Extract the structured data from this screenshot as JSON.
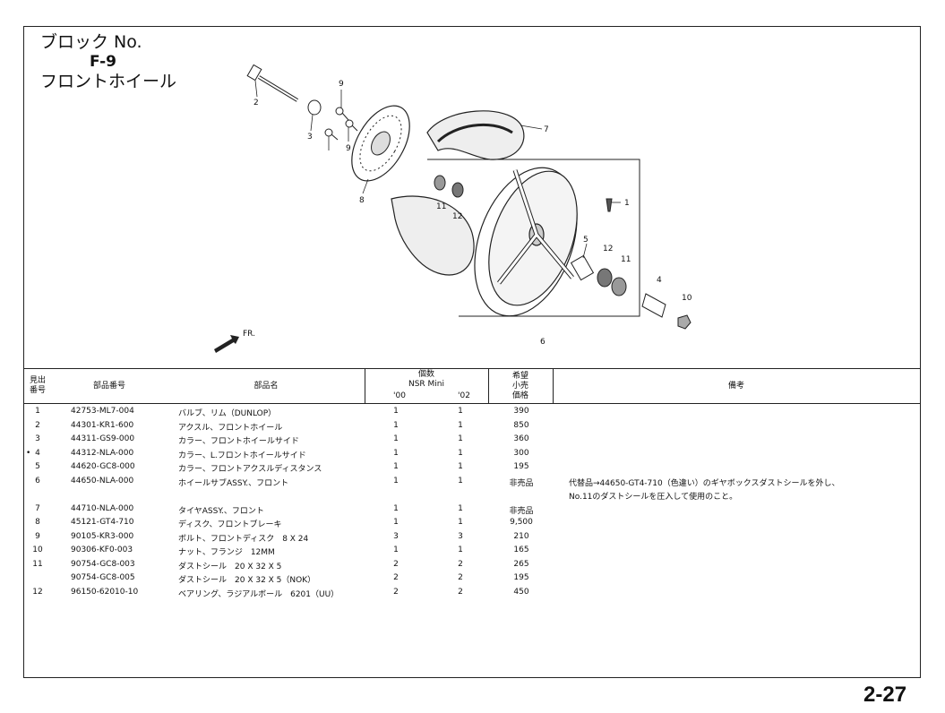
{
  "block": {
    "label": "ブロック No.",
    "code": "F-9",
    "name": "フロントホイール"
  },
  "diagram": {
    "callouts": [
      "2",
      "9",
      "3",
      "9",
      "8",
      "7",
      "11",
      "12",
      "1",
      "5",
      "12",
      "11",
      "4",
      "10",
      "6"
    ],
    "direction_label": "FR."
  },
  "table": {
    "headers": {
      "ref": "見出\n番号",
      "part_no": "部品番号",
      "part_name": "部品名",
      "qty": "個数",
      "model": "NSR Mini",
      "year1": "'00",
      "year2": "'02",
      "price": "希望\n小売\n価格",
      "remarks": "備考"
    },
    "rows": [
      {
        "mark": "",
        "no": "1",
        "part": "42753-ML7-004",
        "name": "バルブ、リム（DUNLOP）",
        "q00": "1",
        "q02": "1",
        "price": "390",
        "note": ""
      },
      {
        "mark": "",
        "no": "2",
        "part": "44301-KR1-600",
        "name": "アクスル、フロントホイール",
        "q00": "1",
        "q02": "1",
        "price": "850",
        "note": ""
      },
      {
        "mark": "",
        "no": "3",
        "part": "44311-GS9-000",
        "name": "カラー、フロントホイールサイド",
        "q00": "1",
        "q02": "1",
        "price": "360",
        "note": ""
      },
      {
        "mark": "•",
        "no": "4",
        "part": "44312-NLA-000",
        "name": "カラー、L.フロントホイールサイド",
        "q00": "1",
        "q02": "1",
        "price": "300",
        "note": ""
      },
      {
        "mark": "",
        "no": "5",
        "part": "44620-GC8-000",
        "name": "カラー、フロントアクスルディスタンス",
        "q00": "1",
        "q02": "1",
        "price": "195",
        "note": ""
      },
      {
        "mark": "",
        "no": "6",
        "part": "44650-NLA-000",
        "name": "ホイールサブASSY.、フロント",
        "q00": "1",
        "q02": "1",
        "price": "非売品",
        "note": "代替品→44650-GT4-710（色違い）のギヤボックスダストシールを外し、"
      },
      {
        "mark": "",
        "no": "",
        "part": "",
        "name": "",
        "q00": "",
        "q02": "",
        "price": "",
        "note": "No.11のダストシールを圧入して使用のこと。"
      },
      {
        "mark": "",
        "no": "7",
        "part": "44710-NLA-000",
        "name": "タイヤASSY.、フロント",
        "q00": "1",
        "q02": "1",
        "price": "非売品",
        "note": ""
      },
      {
        "mark": "",
        "no": "8",
        "part": "45121-GT4-710",
        "name": "ディスク、フロントブレーキ",
        "q00": "1",
        "q02": "1",
        "price": "9,500",
        "note": ""
      },
      {
        "mark": "",
        "no": "9",
        "part": "90105-KR3-000",
        "name": "ボルト、フロントディスク　8 X 24",
        "q00": "3",
        "q02": "3",
        "price": "210",
        "note": ""
      },
      {
        "mark": "",
        "no": "10",
        "part": "90306-KF0-003",
        "name": "ナット、フランジ　12MM",
        "q00": "1",
        "q02": "1",
        "price": "165",
        "note": ""
      },
      {
        "mark": "",
        "no": "11",
        "part": "90754-GC8-003",
        "name": "ダストシール　20 X 32 X 5",
        "q00": "2",
        "q02": "2",
        "price": "265",
        "note": ""
      },
      {
        "mark": "",
        "no": "",
        "part": "90754-GC8-005",
        "name": "ダストシール　20 X 32 X 5（NOK）",
        "q00": "2",
        "q02": "2",
        "price": "195",
        "note": ""
      },
      {
        "mark": "",
        "no": "12",
        "part": "96150-62010-10",
        "name": "ベアリング、ラジアルボール　6201（UU）",
        "q00": "2",
        "q02": "2",
        "price": "450",
        "note": ""
      }
    ]
  },
  "page_number": "2-27"
}
